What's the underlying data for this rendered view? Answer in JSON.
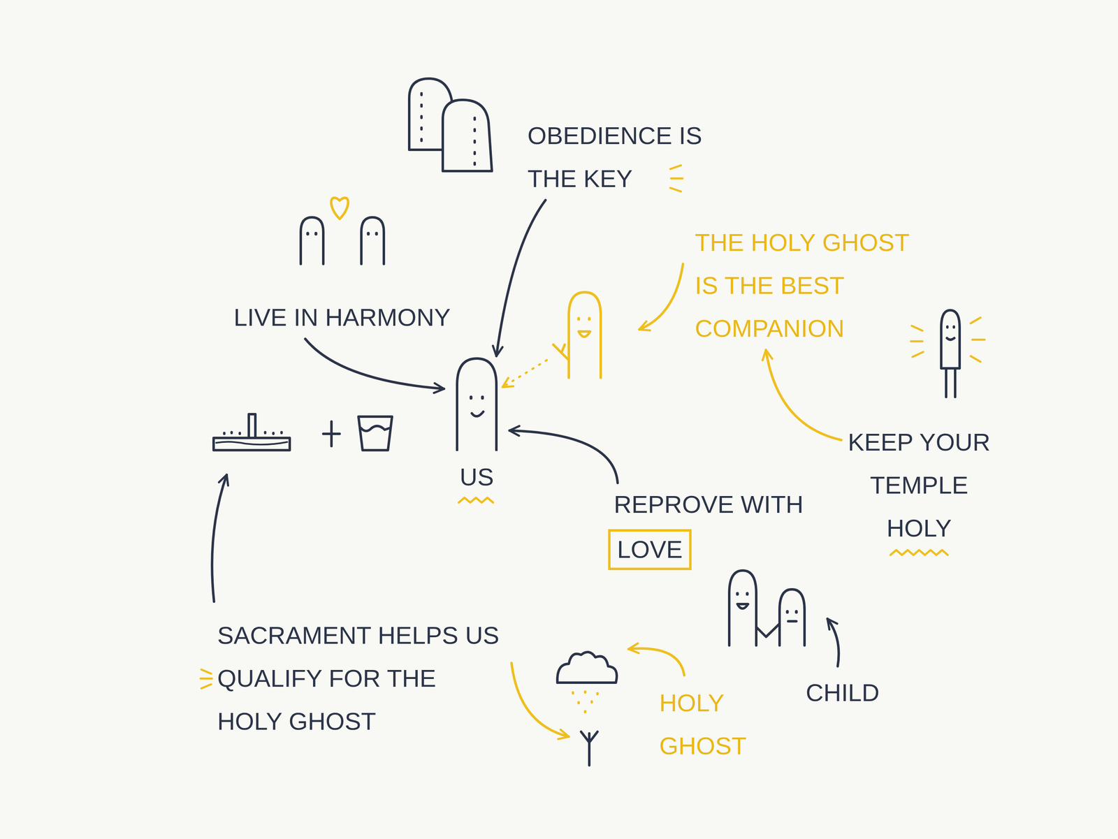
{
  "diagram": {
    "nodes": [
      {
        "text": [
          "OBEDIENCE IS THE KEY"
        ]
      },
      {
        "text": [
          "LIVE IN HARMONY"
        ]
      },
      {
        "text": [
          "US"
        ]
      },
      {
        "text": [
          "THE HOLY GHOST IS THE BEST COMPANION"
        ]
      },
      {
        "text": [
          "KEEP YOUR TEMPLE HOLY"
        ]
      },
      {
        "text": [
          "REPROVE WITH",
          "LOVE"
        ]
      },
      {
        "text": [
          "SACRAMENT HELPS US QUALIFY FOR THE HOLY GHOST"
        ]
      },
      {
        "text": [
          "HOLY GHOST"
        ]
      },
      {
        "text": [
          "CHILD"
        ]
      }
    ],
    "edges": [
      {
        "from": 0,
        "to": 2,
        "arrow": "to"
      },
      {
        "from": 1,
        "to": 2,
        "arrow": "to"
      },
      {
        "from": 4,
        "to": 3,
        "arrow": "to"
      },
      {
        "from": 5,
        "to": 2,
        "arrow": "to"
      }
    ]
  }
}
